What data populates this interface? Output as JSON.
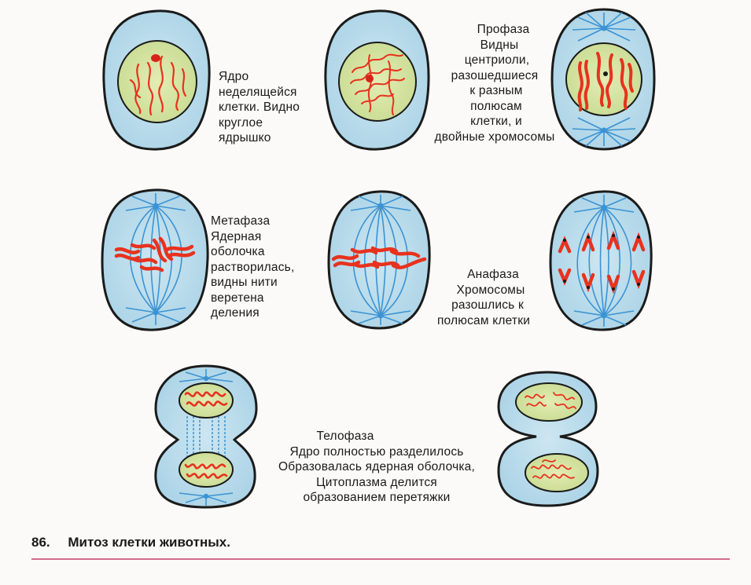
{
  "captions": {
    "interphase": [
      "Ядро",
      "неделящейся",
      "клетки. Видно",
      "круглое",
      "ядрышко"
    ],
    "prophase": [
      "Профаза",
      "Видны",
      "центриоли,",
      "разошедшиеся",
      "к разным",
      "полюсам",
      "клетки, и",
      "двойные хромосомы"
    ],
    "metaphase": [
      "Метафаза",
      "Ядерная",
      "оболочка",
      "растворилась,",
      "видны нити",
      "веретена",
      "деления"
    ],
    "anaphase": [
      "Анафаза",
      "Хромосомы",
      "разошлись к",
      "полюсам клетки"
    ],
    "telophase": [
      "Телофаза",
      "Ядро полностью разделилось",
      "Образовалась ядерная оболочка,",
      "Цитоплазма делится",
      "образованием перетяжки"
    ]
  },
  "footer": {
    "number": "86.",
    "title": "Митоз клетки животных."
  },
  "colors": {
    "cytoplasm": "#b9dcea",
    "nucleus": "#d4e4a6",
    "chromosome": "#e8321e",
    "spindle": "#3b93d3",
    "outline": "#1b1b1b",
    "rule": "#c2406a"
  }
}
